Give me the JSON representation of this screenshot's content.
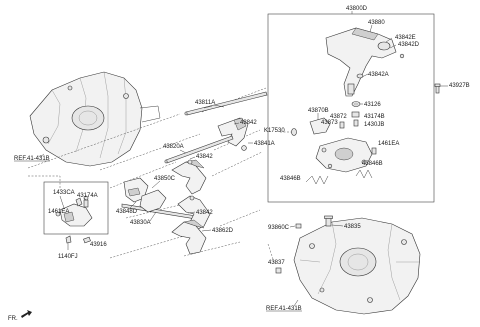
{
  "labels": {
    "l43800D": "43800D",
    "l43880": "43880",
    "l43842E": "43842E",
    "l43842D": "43842D",
    "l43842A": "43842A",
    "l43927B": "43927B",
    "l43870B": "43870B",
    "l43873": "43873",
    "l43872": "43872",
    "l43126": "43126",
    "l43174B": "43174B",
    "l1430JB": "1430JB",
    "lK17530": "K17530",
    "l1461EA_r": "1461EA",
    "l43846B_a": "43846B",
    "l43846B_b": "43846B",
    "l93860C": "93860C",
    "l43835": "43835",
    "l43837": "43837",
    "l43811A": "43811A",
    "l43842_1": "43842",
    "l43841A": "43841A",
    "l43820A": "43820A",
    "l43842_2": "43842",
    "l43850C": "43850C",
    "l1433CA": "1433CA",
    "l43174A": "43174A",
    "l1461EA_l": "1461EA",
    "l43848D": "43848D",
    "l43830A": "43830A",
    "l43842_3": "43842",
    "l43862D": "43862D",
    "l43916": "43916",
    "l1140FJ": "1140FJ",
    "ref_top": "REF.41-431B",
    "ref_bottom": "REF.41-431B",
    "fr": "FR."
  }
}
